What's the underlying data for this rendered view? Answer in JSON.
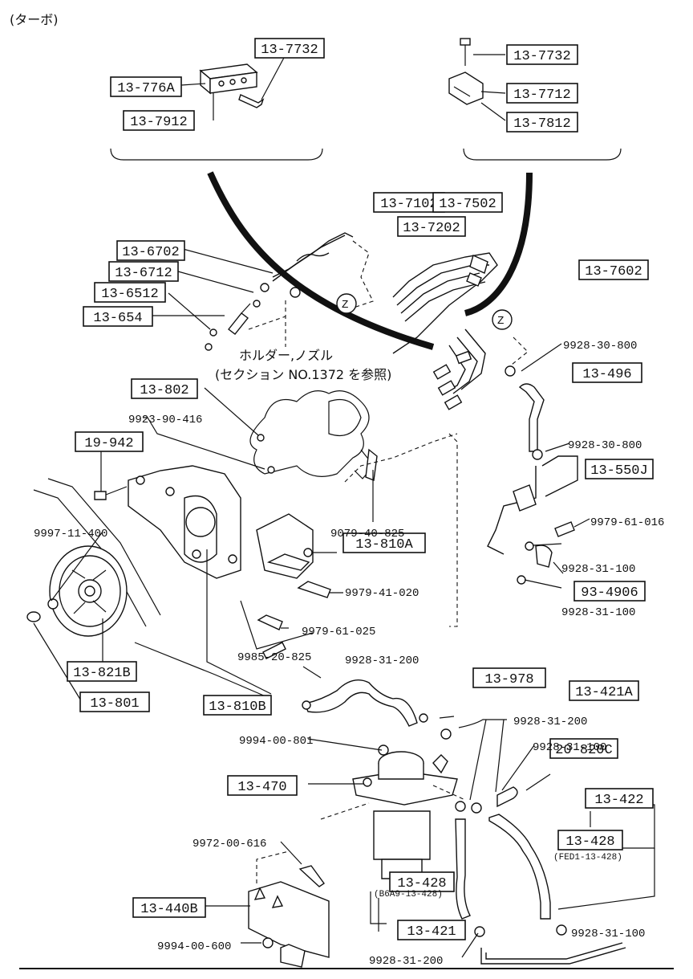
{
  "header": {
    "title": "(ターボ)"
  },
  "notes": {
    "holder_line1": "ホルダー,ノズル",
    "holder_line2": "(セクション NO.1372 を参照)"
  },
  "callouts": {
    "z1": "Z",
    "z2": "Z"
  },
  "boxed_parts": [
    "13-7732",
    "13-776A",
    "13-7912",
    "13-7732",
    "13-7712",
    "13-7812",
    "13-7102",
    "13-7502",
    "13-7202",
    "13-7602",
    "13-6702",
    "13-6712",
    "13-6512",
    "13-654",
    "13-496",
    "13-802",
    "19-942",
    "13-550J",
    "13-810A",
    "93-4906",
    "13-821B",
    "13-801",
    "13-810B",
    "13-978",
    "13-421A",
    "20-820C",
    "13-470",
    "13-422",
    "13-428",
    "13-428",
    "13-440B",
    "13-421"
  ],
  "plain_parts": [
    "9928-30-800",
    "9923-90-416",
    "9928-30-800",
    "9979-61-016",
    "9997-11-400",
    "9079-40-825",
    "9928-31-100",
    "9979-41-020",
    "9928-31-100",
    "9979-61-025",
    "9985-20-825",
    "9928-31-200",
    "9928-31-200",
    "9994-00-801",
    "9928-31-100",
    "9972-00-616",
    "9994-00-600",
    "9928-31-200",
    "9928-31-100"
  ],
  "sub_codes": [
    "(FED1-13-428)",
    "(B6A9-13-428)"
  ]
}
